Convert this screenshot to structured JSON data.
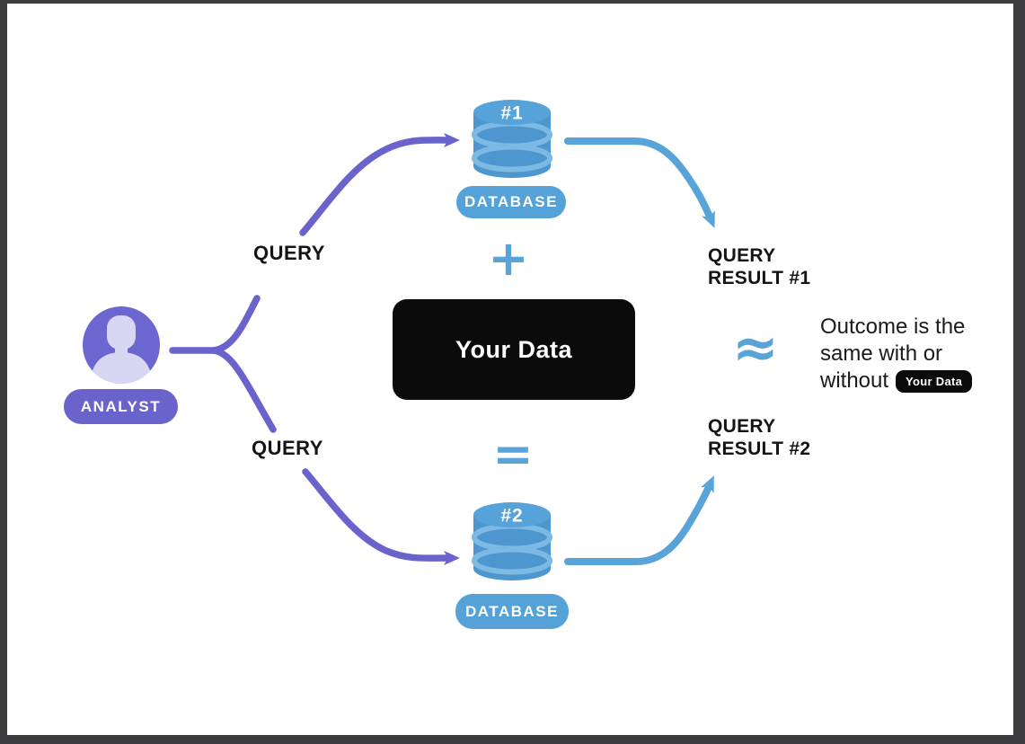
{
  "colors": {
    "frame": "#3d3d40",
    "canvas": "#ffffff",
    "purple": "#6a63cc",
    "avatar_circle": "#6c66d0",
    "silhouette": "#d7d6f3",
    "blue_accent": "#58a3d8",
    "db_body": "#4e96ce",
    "db_top": "#56a3d9",
    "db_ring": "#7cbae4",
    "box_black": "#0b0b0b",
    "text_black": "#151515"
  },
  "analyst": {
    "label": "ANALYST"
  },
  "query_labels": {
    "top": "QUERY",
    "bottom": "QUERY"
  },
  "databases": {
    "db1": {
      "number": "#1",
      "label": "DATABASE"
    },
    "db2": {
      "number": "#2",
      "label": "DATABASE"
    }
  },
  "operators": {
    "plus": "+",
    "equals": "=",
    "approx": "≈"
  },
  "your_data": {
    "label": "Your Data"
  },
  "results": {
    "r1": {
      "line1": "QUERY",
      "line2": "RESULT #1"
    },
    "r2": {
      "line1": "QUERY",
      "line2": "RESULT #2"
    }
  },
  "outcome": {
    "line1": "Outcome is the",
    "line2": "same with or",
    "line3": "without",
    "badge": "Your Data"
  }
}
